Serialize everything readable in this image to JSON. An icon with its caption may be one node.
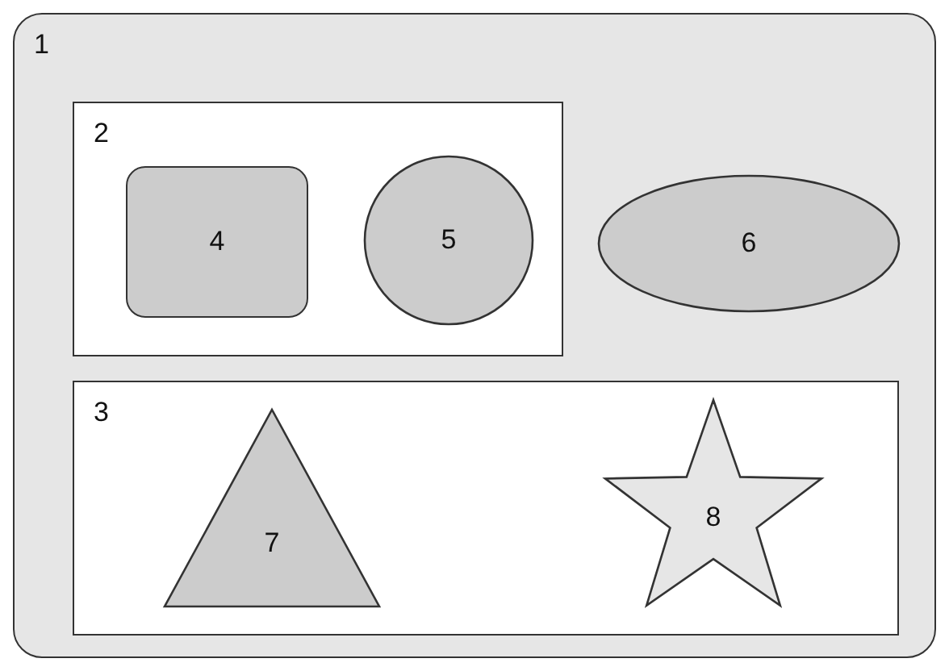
{
  "diagram": {
    "nodes": [
      {
        "text": [
          "1"
        ]
      },
      {
        "text": [
          "2"
        ],
        "in": 0
      },
      {
        "text": [
          "4"
        ],
        "in": 1
      },
      {
        "text": [
          "5"
        ],
        "in": 1
      },
      {
        "text": [
          "6"
        ],
        "in": 0
      },
      {
        "text": [
          "3"
        ],
        "in": 0
      },
      {
        "text": [
          "7"
        ],
        "in": 5
      },
      {
        "text": [
          "8"
        ],
        "in": 5
      }
    ]
  }
}
